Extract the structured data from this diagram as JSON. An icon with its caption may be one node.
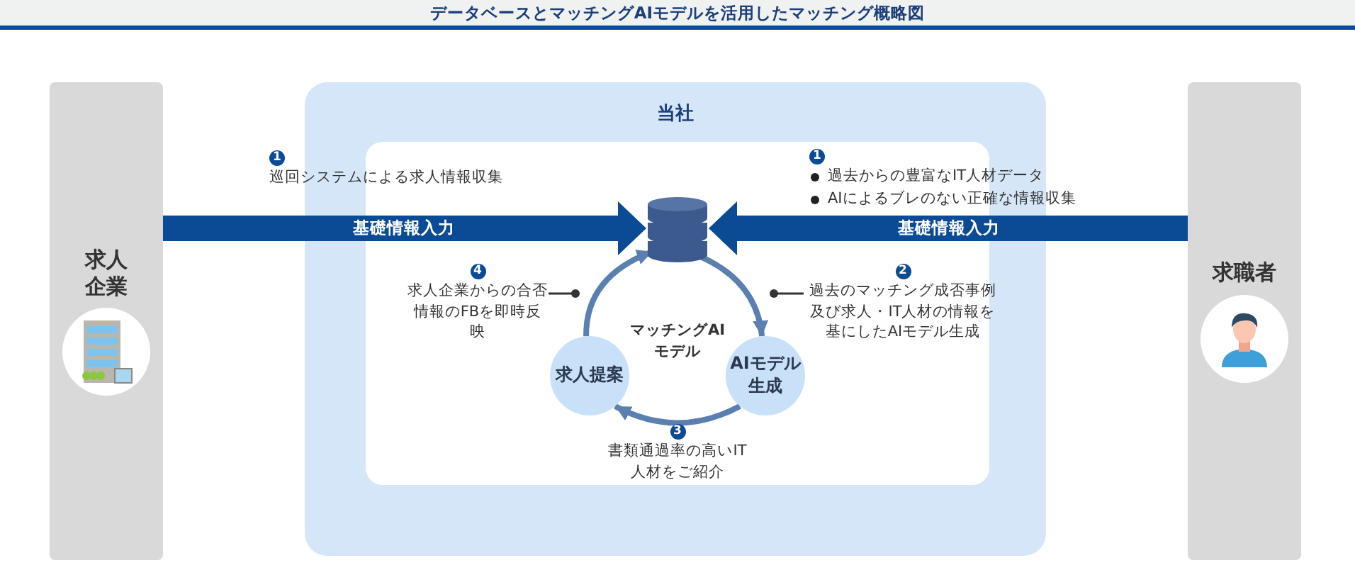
{
  "diagram": {
    "title": "データベースとマッチングAIモデルを活用したマッチング概略図",
    "nodes": [
      {
        "text": [
          "求人企業"
        ]
      },
      {
        "text": [
          "1",
          "巡回システムによる求人情報収集"
        ]
      },
      {
        "text": [
          "当社"
        ]
      },
      {
        "text": [
          "1",
          "過去からの豊富なIT人材データ",
          "AIによるブレのない正確な情報収集"
        ]
      },
      {
        "text": [],
        "shape": "cylinder",
        "in": 2
      },
      {
        "text": [
          "4",
          "求人企業からの合否情報のFBを即時反映"
        ],
        "in": 2
      },
      {
        "text": [
          "求人提案"
        ],
        "in": 2
      },
      {
        "text": [
          "AIモデル生成"
        ],
        "in": 2
      },
      {
        "text": [
          "2",
          "過去のマッチング成否事例及び求人・IT人材の情報を基にしたAIモデル生成"
        ],
        "in": 2
      },
      {
        "text": [
          "3",
          "書類通過率の高いIT人材をご紹介"
        ],
        "in": 2
      },
      {
        "text": [
          "求職者"
        ]
      }
    ],
    "edges": [
      {
        "from": 0,
        "to": 4,
        "arrow": "to",
        "label": "基礎情報入力",
        "style": "thick",
        "color": "#0b4a94"
      },
      {
        "from": 10,
        "to": 4,
        "arrow": "to",
        "label": "基礎情報入力",
        "style": "thick",
        "color": "#0b4a94"
      },
      {
        "from": 4,
        "to": 7,
        "arrow": "to"
      },
      {
        "from": 7,
        "to": 6,
        "arrow": "to"
      },
      {
        "from": 6,
        "to": 4,
        "arrow": "to"
      },
      {
        "from": 8,
        "to": null,
        "arrow": "other",
        "color": "#333333"
      },
      {
        "from": 5,
        "to": null,
        "arrow": "other",
        "color": "#333333"
      }
    ],
    "labels": [
      "マッチングAIモデル"
    ]
  }
}
